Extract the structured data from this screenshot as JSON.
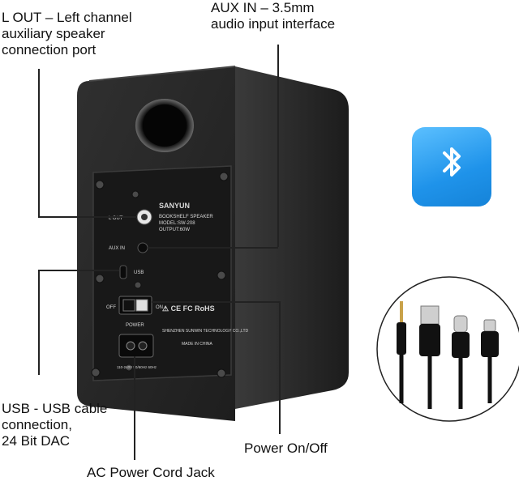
{
  "callouts": {
    "lout": "L OUT  –  Left channel\nauxiliary speaker\nconnection port",
    "auxin": "AUX IN  –  3.5mm\naudio input interface",
    "usb": "USB - USB cable\nconnection,\n24 Bit DAC",
    "power": "Power On/Off",
    "ac": "AC Power Cord Jack"
  },
  "panel": {
    "brand": "SANYUN",
    "model_line1": "BOOKSHELF SPEAKER",
    "model_line2": "MODEL:SW-208",
    "model_line3": "OUTPUT:60W",
    "lout": "L OUT",
    "auxin": "AUX IN",
    "usb": "USB",
    "off": "OFF",
    "on": "ON",
    "power": "POWER",
    "cert": "⚠ CE FC RoHS",
    "maker": "SHENZHEN SUNWIN TECHNOLOGY CO.,LTD",
    "made_in": "MADE IN CHINA",
    "voltage": "110-240V 50/60Hz 60Hz"
  },
  "icons": {
    "bluetooth": "bluetooth-icon",
    "cables": "cables-icon"
  },
  "colors": {
    "speaker_body": "#2b2b2b",
    "bluetooth_tile": "#2b9cf0"
  }
}
